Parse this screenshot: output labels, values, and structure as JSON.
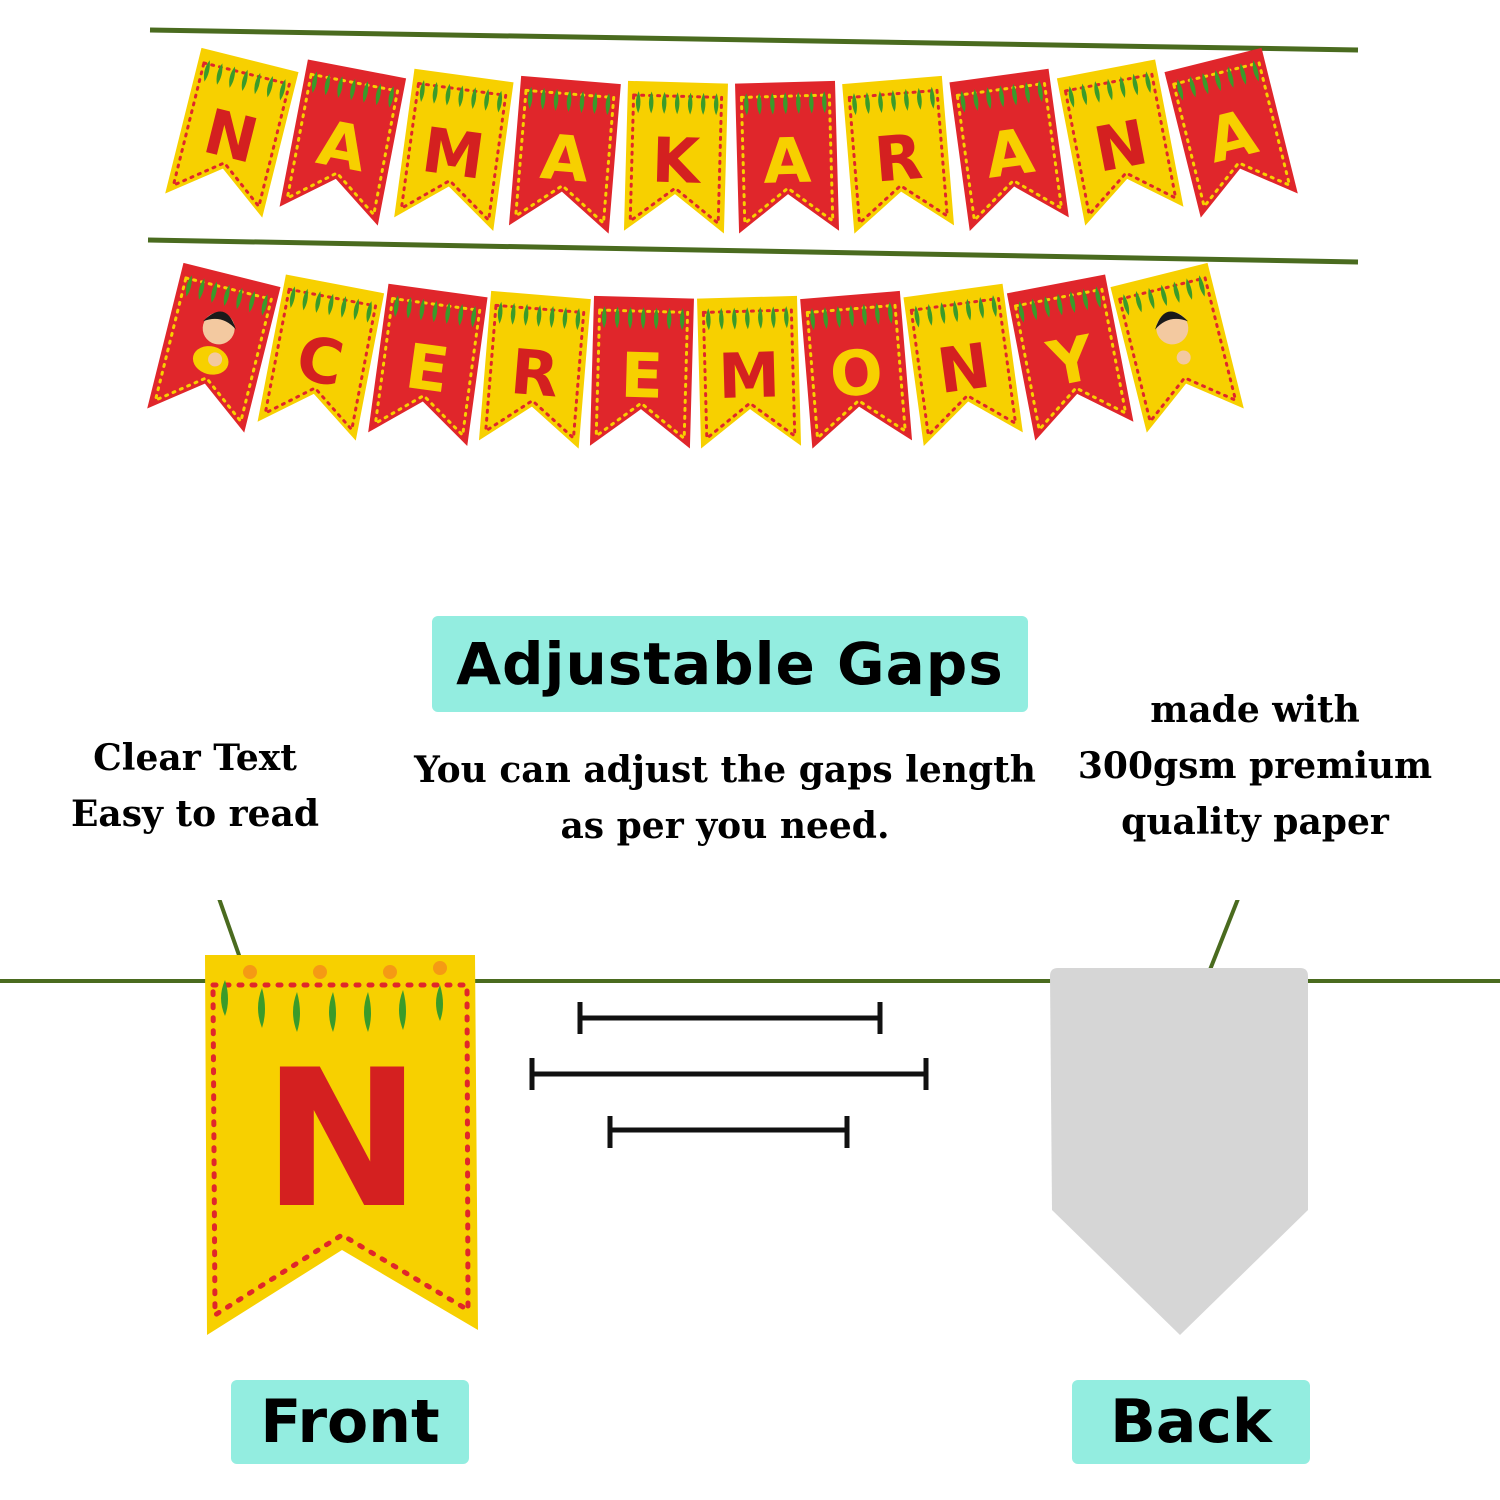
{
  "banner": {
    "row1_letters": [
      "N",
      "A",
      "M",
      "A",
      "K",
      "A",
      "R",
      "A",
      "N",
      "A"
    ],
    "row2_letters": [
      "C",
      "E",
      "R",
      "E",
      "M",
      "O",
      "N",
      "Y"
    ],
    "colors": {
      "red": "#e0262b",
      "yellow": "#f7d000",
      "string": "#4a6b1f",
      "letter_on_yellow": "#d42020",
      "letter_on_red": "#f7d000"
    }
  },
  "title": "Adjustable Gaps",
  "left_caption": {
    "line1": "Clear Text",
    "line2": "Easy to read"
  },
  "center_caption": {
    "line1": "You can adjust the gaps length",
    "line2": "as per you need."
  },
  "right_caption": {
    "line1": "made with",
    "line2": "300gsm premium",
    "line3": "quality paper"
  },
  "front_flag_letter": "N",
  "front_label": "Front",
  "back_label": "Back",
  "colors": {
    "pill": "#93ede0",
    "back_flag": "#d6d6d6",
    "line": "#4a6b1f"
  }
}
